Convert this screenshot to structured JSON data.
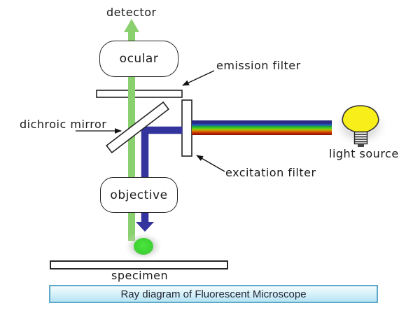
{
  "labels": {
    "detector": "detector",
    "ocular": "ocular",
    "emission_filter": "emission filter",
    "dichroic_mirror": "dichroic mirror",
    "excitation_filter": "excitation filter",
    "light_source": "light source",
    "objective": "objective",
    "specimen": "specimen"
  },
  "caption": {
    "text": "Ray diagram of Fluorescent Microscope",
    "bg_top": "#f2fbfe",
    "bg_bottom": "#b6e4f4",
    "border_color": "#5fa8c7"
  },
  "colors": {
    "emission_beam_green": "#8ad06e",
    "excitation_beam_blue": "#34349e",
    "specimen_dot_green": "#3fd933",
    "bulb_yellow": "#f8ef1a",
    "outline_black": "#222222",
    "rainbow_bands": [
      "#2a2a85",
      "#2255d5",
      "#18a03a",
      "#45c828",
      "#a0c800",
      "#d87800",
      "#c82800",
      "#7c1400"
    ]
  }
}
